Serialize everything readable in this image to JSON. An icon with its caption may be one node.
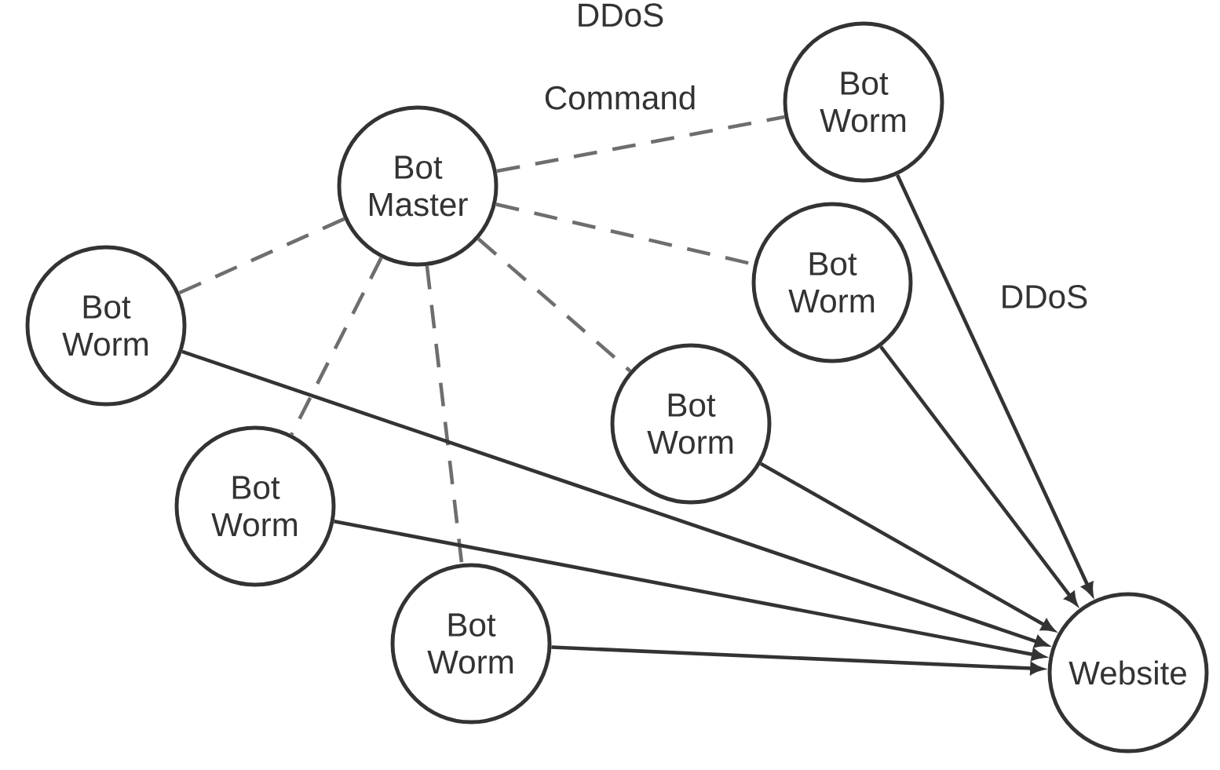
{
  "diagram": {
    "nodes": [
      {
        "text": [
          "Bot Master"
        ]
      },
      {
        "text": [
          "Bot Worm"
        ]
      },
      {
        "text": [
          "Bot Worm"
        ]
      },
      {
        "text": [
          "Bot Worm"
        ]
      },
      {
        "text": [
          "Bot Worm"
        ]
      },
      {
        "text": [
          "Bot Worm"
        ]
      },
      {
        "text": [
          "Bot Worm"
        ]
      },
      {
        "text": [
          "Website"
        ]
      }
    ],
    "edges": [
      {
        "from": 0,
        "to": 1,
        "arrow": "none",
        "style": "dashed",
        "color": "#6e6e6e",
        "label": "DDoS Command"
      },
      {
        "from": 0,
        "to": 2,
        "arrow": "none",
        "style": "dashed",
        "color": "#6e6e6e"
      },
      {
        "from": 0,
        "to": 3,
        "arrow": "none",
        "style": "dashed",
        "color": "#6e6e6e"
      },
      {
        "from": 0,
        "to": 4,
        "arrow": "none",
        "style": "dashed",
        "color": "#6e6e6e"
      },
      {
        "from": 0,
        "to": 5,
        "arrow": "none",
        "style": "dashed",
        "color": "#6e6e6e"
      },
      {
        "from": 0,
        "to": 6,
        "arrow": "none",
        "style": "dashed",
        "color": "#6e6e6e"
      },
      {
        "from": 1,
        "to": 7,
        "arrow": "to",
        "label": "DDoS"
      },
      {
        "from": 2,
        "to": 7,
        "arrow": "to"
      },
      {
        "from": 3,
        "to": 7,
        "arrow": "to"
      },
      {
        "from": 4,
        "to": 7,
        "arrow": "to"
      },
      {
        "from": 5,
        "to": 7,
        "arrow": "to"
      },
      {
        "from": 6,
        "to": 7,
        "arrow": "to"
      }
    ]
  }
}
